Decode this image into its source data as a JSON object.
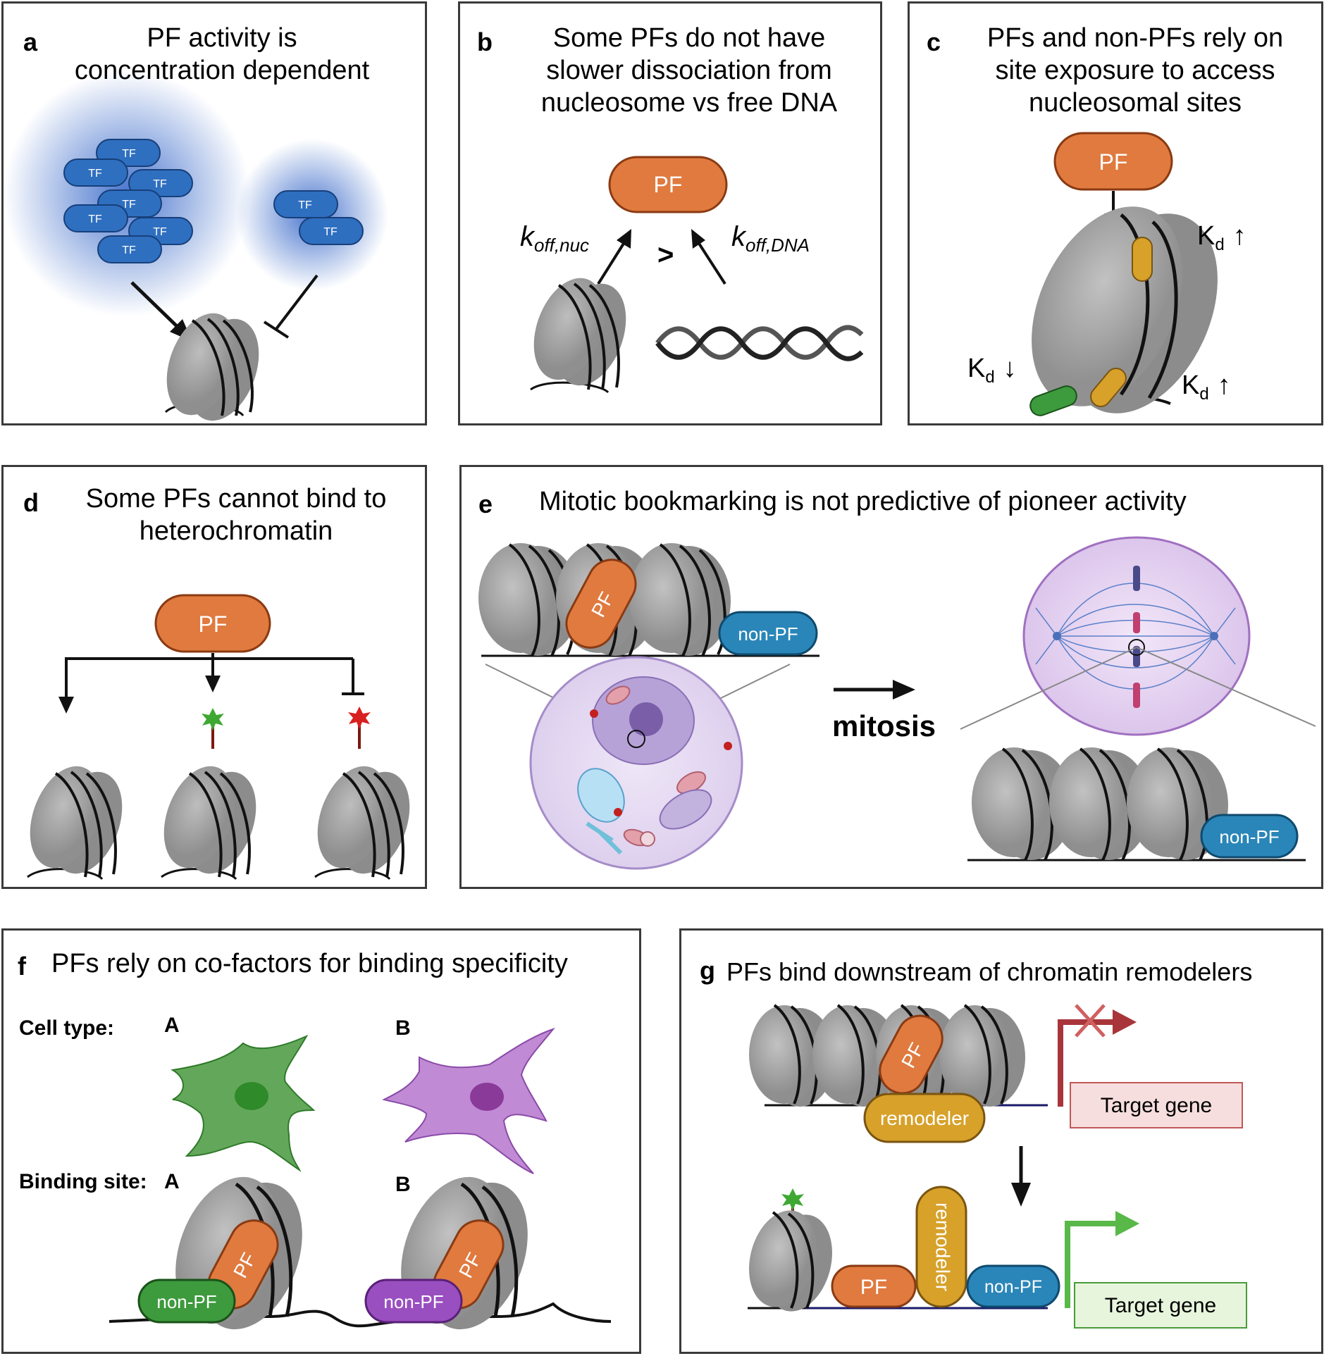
{
  "panels": {
    "a": {
      "letter": "a",
      "title_1": "PF activity is",
      "title_2": "concentration dependent",
      "tf": "TF"
    },
    "b": {
      "letter": "b",
      "title_1": "Some PFs do not have",
      "title_2": "slower dissociation from",
      "title_3": "nucleosome vs free DNA",
      "pf": "PF",
      "koff_nuc_k": "k",
      "koff_nuc_sub": "off,nuc",
      "gt": ">",
      "koff_dna_k": "k",
      "koff_dna_sub": "off,DNA"
    },
    "c": {
      "letter": "c",
      "title_1": "PFs and non-PFs rely on",
      "title_2": "site exposure to access",
      "title_3": "nucleosomal sites",
      "pf": "PF",
      "kd": "K",
      "kd_sub": "d",
      "up": "↑",
      "down": "↓"
    },
    "d": {
      "letter": "d",
      "title_1": "Some PFs cannot bind to",
      "title_2": "heterochromatin",
      "pf": "PF"
    },
    "e": {
      "letter": "e",
      "title": "Mitotic bookmarking is not predictive of pioneer activity",
      "pf": "PF",
      "non_pf": "non-PF",
      "mitosis": "mitosis"
    },
    "f": {
      "letter": "f",
      "title": "PFs rely on co-factors for binding specificity",
      "cell_type": "Cell type:",
      "binding_site": "Binding site:",
      "a": "A",
      "b": "B",
      "pf": "PF",
      "non_pf": "non-PF"
    },
    "g": {
      "letter": "g",
      "title": "PFs bind downstream of chromatin remodelers",
      "pf": "PF",
      "remodeler": "remodeler",
      "non_pf": "non-PF",
      "target_gene": "Target gene"
    }
  },
  "colors": {
    "pf": "#e07a3f",
    "pf_stroke": "#8a3a12",
    "tf": "#2f6fc0",
    "tf_stroke": "#173f7a",
    "nonpf_blue": "#2a86b8",
    "nonpf_green": "#3d9a3d",
    "nonpf_purple": "#9a4fc0",
    "remodeler": "#d7a12a",
    "nucleosome": "#a8a8a8",
    "target_off": "#f7dede",
    "target_on": "#e6f5dc",
    "arrow_red": "#a8353a",
    "arrow_green": "#58b848"
  }
}
